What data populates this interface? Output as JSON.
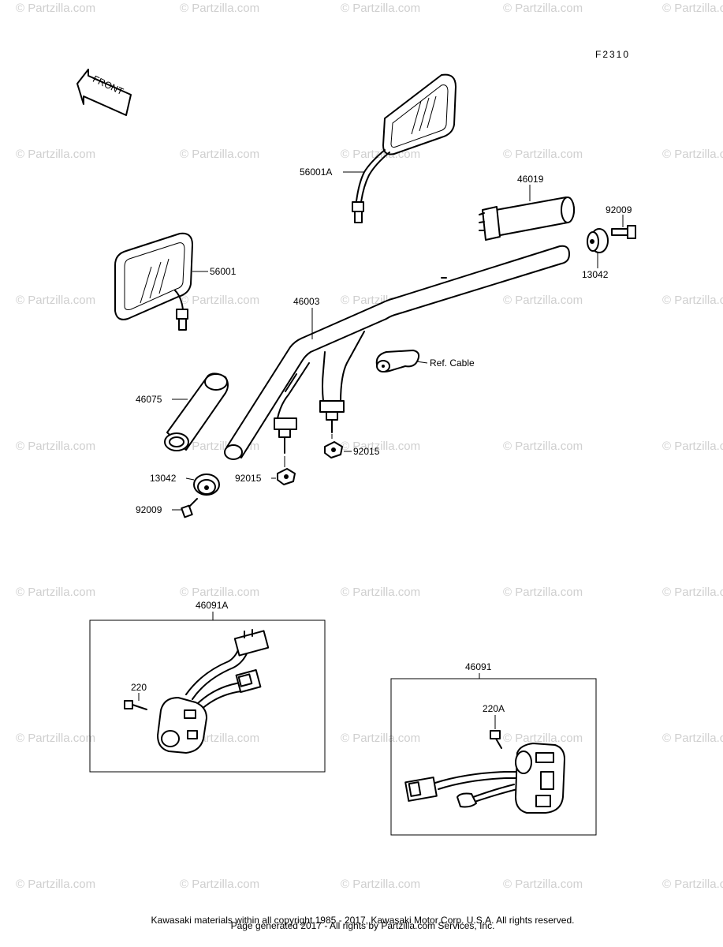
{
  "diagram_code": "F2310",
  "front_label": "FRONT",
  "watermark_text": "© Partzilla.com",
  "footer_line1": "Kawasaki materials within all copyright 1985 - 2017, Kawasaki Motor Corp. U.S.A. All rights reserved.",
  "footer_line2": "Page generated 2017 - All rights by Partzilla.com Services, Inc.",
  "parts": {
    "p56001A": "56001A",
    "p56001": "56001",
    "p46019": "46019",
    "p92009_right": "92009",
    "p13042_right": "13042",
    "p46003": "46003",
    "ref_cable": "Ref. Cable",
    "p46075": "46075",
    "p92015_right": "92015",
    "p92015_left": "92015",
    "p13042_left": "13042",
    "p92009_left": "92009",
    "p46091A": "46091A",
    "p220": "220",
    "p46091": "46091",
    "p220A": "220A"
  }
}
